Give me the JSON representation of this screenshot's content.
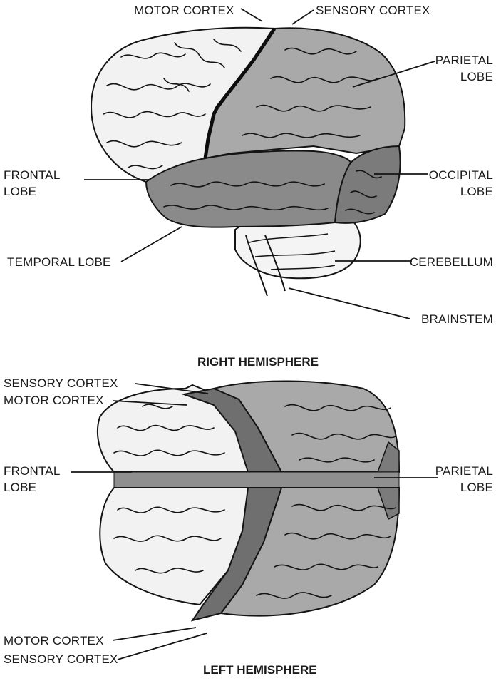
{
  "colors": {
    "background": "#ffffff",
    "frontal": "#f2f2f2",
    "parietal": "#a9a9a9",
    "sensory_motor_band": "#6f6f6f",
    "temporal": "#8a8a8a",
    "occipital": "#7b7b7b",
    "cerebellum": "#f4f4f4",
    "outline": "#141414"
  },
  "lateral_view": {
    "labels": {
      "motor_cortex": "MOTOR CORTEX",
      "sensory_cortex": "SENSORY CORTEX",
      "parietal_lobe_1": "PARIETAL",
      "parietal_lobe_2": "LOBE",
      "frontal_lobe_1": "FRONTAL",
      "frontal_lobe_2": "LOBE",
      "occipital_lobe_1": "OCCIPITAL",
      "occipital_lobe_2": "LOBE",
      "temporal_lobe": "TEMPORAL LOBE",
      "cerebellum": "CEREBELLUM",
      "brainstem": "BRAINSTEM"
    }
  },
  "top_view": {
    "right_hemisphere_title": "RIGHT HEMISPHERE",
    "left_hemisphere_title": "LEFT HEMISPHERE",
    "labels": {
      "sensory_cortex_top": "SENSORY CORTEX",
      "motor_cortex_top": "MOTOR CORTEX",
      "frontal_lobe_1": "FRONTAL",
      "frontal_lobe_2": "LOBE",
      "parietal_lobe_1": "PARIETAL",
      "parietal_lobe_2": "LOBE",
      "motor_cortex_bottom": "MOTOR CORTEX",
      "sensory_cortex_bottom": "SENSORY CORTEX"
    }
  }
}
